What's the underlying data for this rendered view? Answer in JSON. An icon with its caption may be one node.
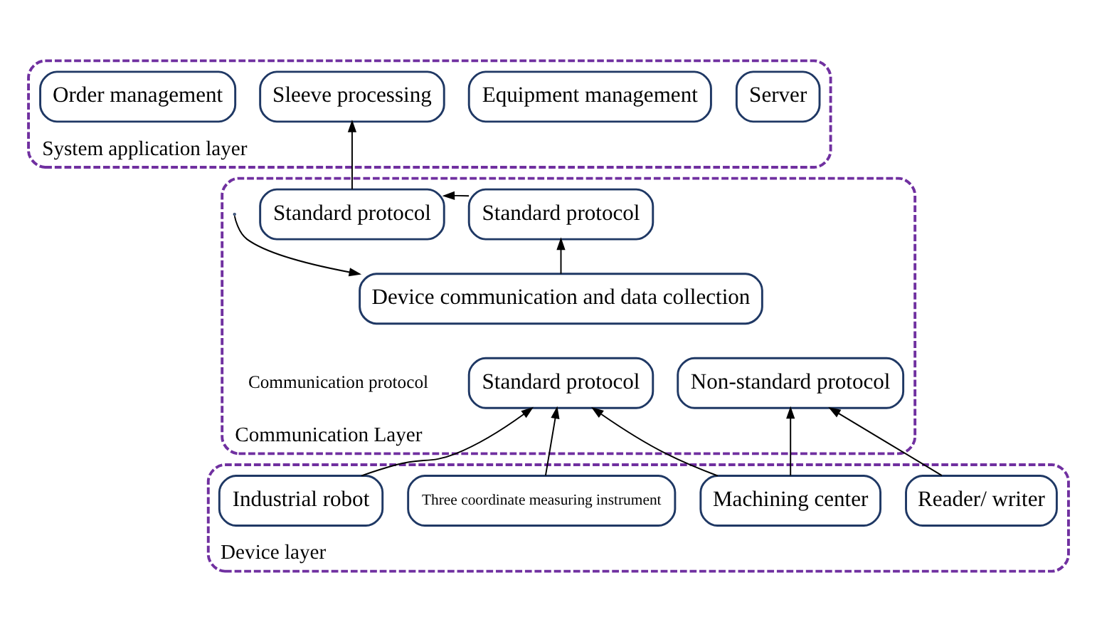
{
  "diagram": {
    "nodes": [
      {
        "text": [
          "System application layer"
        ]
      },
      {
        "text": [
          "Order management"
        ],
        "in": 0
      },
      {
        "text": [
          "Sleeve processing"
        ],
        "in": 0
      },
      {
        "text": [
          "Equipment management"
        ],
        "in": 0
      },
      {
        "text": [
          "Server"
        ],
        "in": 0
      },
      {
        "text": [
          "Communication Layer"
        ]
      },
      {
        "text": [
          "Standard protocol"
        ],
        "in": 5
      },
      {
        "text": [
          "Standard protocol"
        ],
        "in": 5
      },
      {
        "text": [
          "Device communication and data collection"
        ],
        "in": 5
      },
      {
        "text": [
          "Standard protocol"
        ],
        "in": 5
      },
      {
        "text": [
          "Non-standard protocol"
        ],
        "in": 5
      },
      {
        "text": [
          "Device layer"
        ]
      },
      {
        "text": [
          "Machining center"
        ],
        "in": 11
      },
      {
        "text": [
          "Industrial robot"
        ],
        "in": 11
      },
      {
        "text": [
          "Three coordinate measuring instrument"
        ],
        "in": 11
      },
      {
        "text": [
          "Reader/ writer"
        ],
        "in": 11
      }
    ],
    "edges": [
      {
        "from": 6,
        "to": 2,
        "arrow": "to"
      },
      {
        "from": 7,
        "to": 6,
        "arrow": "to"
      },
      {
        "from": 8,
        "to": 7,
        "arrow": "to"
      },
      {
        "from": null,
        "to": 8,
        "arrow": "to"
      },
      {
        "from": 12,
        "to": 9,
        "arrow": "to"
      },
      {
        "from": 12,
        "to": 10,
        "arrow": "to"
      },
      {
        "from": 13,
        "to": 9,
        "arrow": "to"
      },
      {
        "from": 14,
        "to": 9,
        "arrow": "to"
      },
      {
        "from": 15,
        "to": 10,
        "arrow": "to"
      }
    ],
    "labels": [
      "Communication protocol"
    ]
  }
}
